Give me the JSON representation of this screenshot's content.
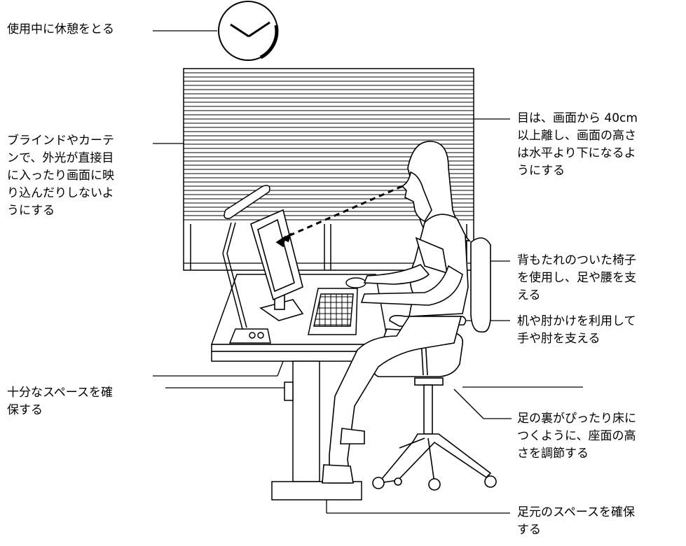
{
  "labels": {
    "break": "使用中に休憩をとる",
    "blinds": "ブラインドやカーテ\nンで、外光が直接目\nに入ったり画面に映\nり込んだりしないよ\nうにする",
    "space_desk": "十分なスペースを確\n保する",
    "eyes": "目は、画面から 40cm\n以上離し、画面の高さ\nは水平より下になるよ\nうにする",
    "chair_back": "背もたれのついた椅子\nを使用し、足や腰を支\nえる",
    "armrest": "机や肘かけを利用して\n手や肘を支える",
    "feet": "足の裏がぴったり床に\nつくように、座面の高\nさを調節する",
    "foot_space": "足元のスペースを確保\nする"
  },
  "colors": {
    "line": "#000000",
    "shade": "#bbbbbb",
    "paper": "#ffffff"
  },
  "icons": [
    "clock-icon"
  ]
}
